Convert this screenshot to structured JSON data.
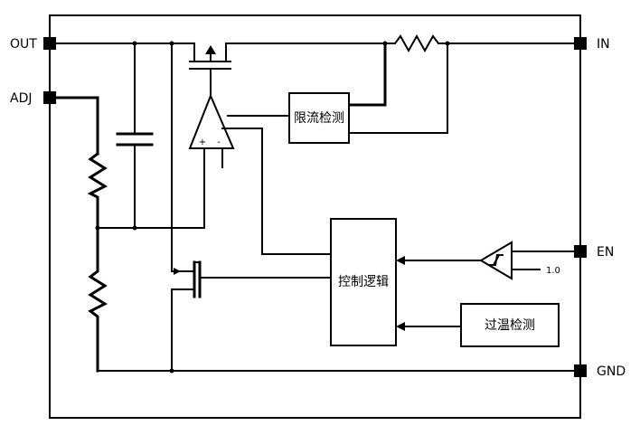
{
  "pins": {
    "out": "OUT",
    "adj": "ADJ",
    "in": "IN",
    "en": "EN",
    "gnd": "GND"
  },
  "blocks": {
    "current_limit": "限流检测",
    "control_logic": "控制逻辑",
    "over_temp": "过温检测"
  },
  "opamp": {
    "plus": "+",
    "minus": "-"
  },
  "en_threshold": "1.0"
}
